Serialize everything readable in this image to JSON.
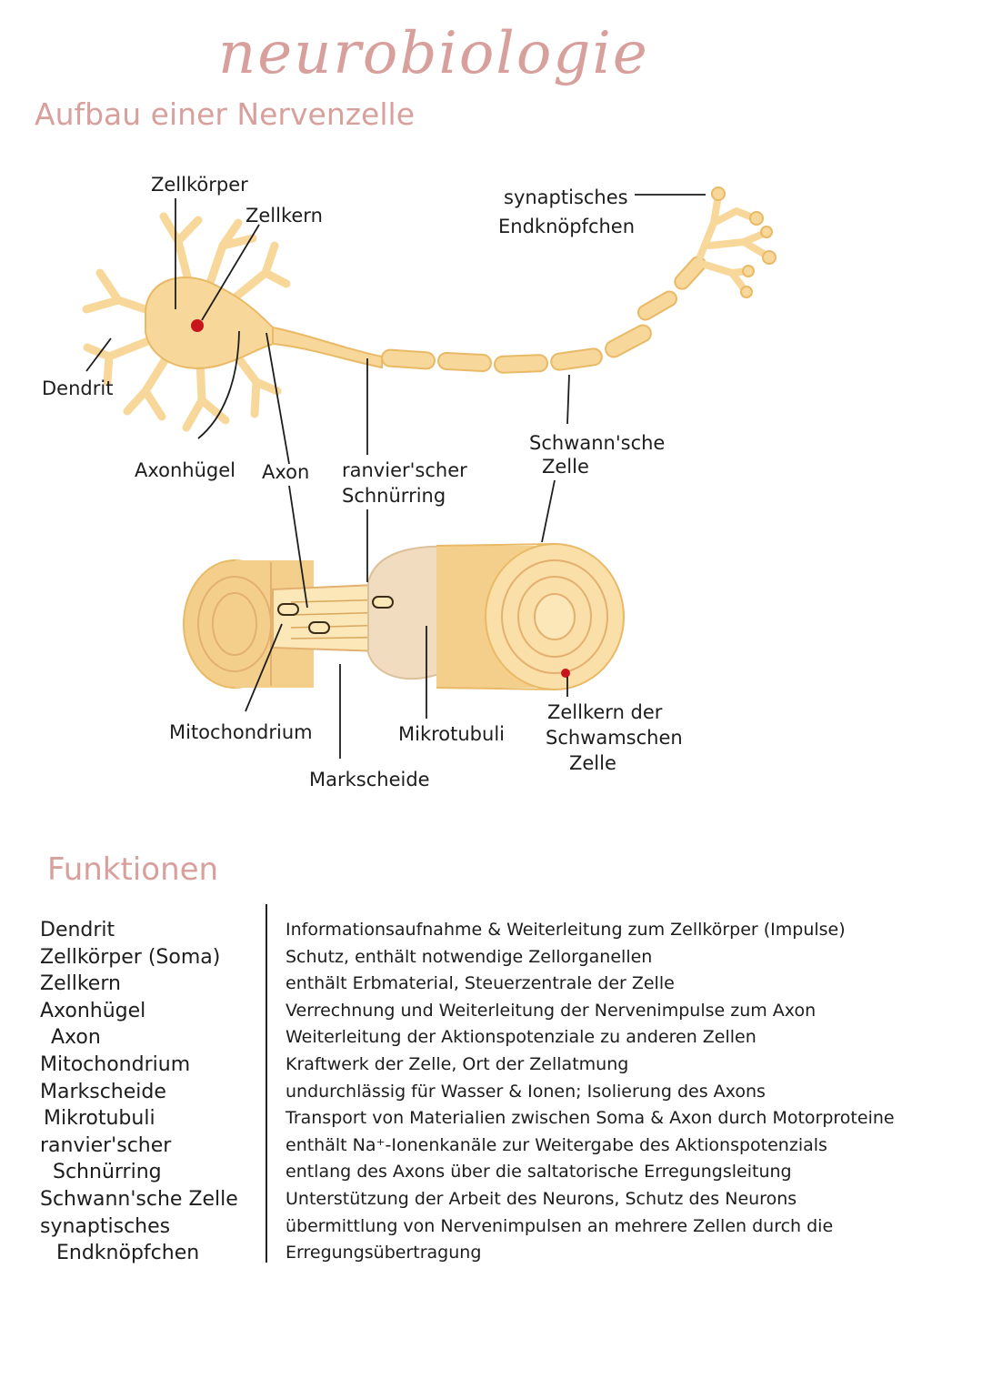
{
  "title": "neurobiologie",
  "subtitle": "Aufbau einer Nervenzelle",
  "colors": {
    "heading": "#d8a09c",
    "cell": "#f7d89a",
    "cell_outline": "#e9b966",
    "nucleus": "#c8141c",
    "myelin": "#f4cf8c"
  },
  "labels": {
    "zellkoerper": "Zellkörper",
    "zellkern": "Zellkern",
    "dendrit": "Dendrit",
    "axonhuegel": "Axonhügel",
    "axon": "Axon",
    "ranvier": [
      "ranvier'scher",
      "Schnürring"
    ],
    "schwann": [
      "Schwann'sche",
      "Zelle"
    ],
    "synaptisch": [
      "synaptisches",
      "Endknöpfchen"
    ],
    "mitochondrium": "Mitochondrium",
    "markscheide": "Markscheide",
    "mikrotubuli": "Mikrotubuli",
    "zellkern_schwann": [
      "Zellkern der",
      "Schwamschen",
      "Zelle"
    ]
  },
  "section_title": "Funktionen",
  "functions": {
    "terms": [
      "Dendrit",
      "Zellkörper (Soma)",
      "Zellkern",
      "Axonhügel",
      "Axon",
      "Mitochondrium",
      "Markscheide",
      "Mikrotubuli",
      "ranvier'scher",
      "Schnürring",
      "Schwann'sche Zelle",
      "synaptisches",
      "Endknöpfchen"
    ],
    "descriptions": [
      "Informationsaufnahme & Weiterleitung zum Zellkörper (Impulse)",
      "Schutz, enthält notwendige Zellorganellen",
      "enthält Erbmaterial, Steuerzentrale der Zelle",
      "Verrechnung und Weiterleitung der Nervenimpulse zum Axon",
      "Weiterleitung der Aktionspotenziale zu anderen Zellen",
      "Kraftwerk der Zelle, Ort der Zellatmung",
      "undurchlässig für Wasser & Ionen; Isolierung des Axons",
      "Transport von Materialien zwischen Soma & Axon durch Motorproteine",
      "enthält Na⁺-Ionenkanäle zur Weitergabe des Aktionspotenzials",
      "entlang des Axons über die saltatorische Erregungsleitung",
      "Unterstützung der Arbeit des Neurons, Schutz des Neurons",
      "übermittlung von Nervenimpulsen an mehrere Zellen durch die",
      "Erregungsübertragung"
    ]
  }
}
